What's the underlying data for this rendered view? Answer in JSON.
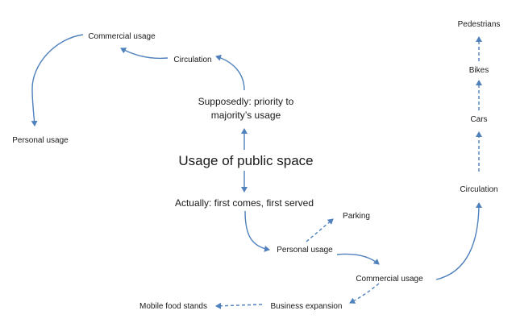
{
  "nodes": {
    "commercial_usage_top": "Commercial usage",
    "circulation_top": "Circulation",
    "personal_usage_left": "Personal usage",
    "supposedly_line1": "Supposedly:  priority to",
    "supposedly_line2": "majority’s usage",
    "center": "Usage of public space",
    "actually": "Actually: first comes, first served",
    "parking": "Parking",
    "personal_usage_mid": "Personal usage",
    "commercial_usage_bottom": "Commercial usage",
    "business_expansion": "Business expansion",
    "mobile_food_stands": "Mobile food stands",
    "circulation_right": "Circulation",
    "cars": "Cars",
    "bikes": "Bikes",
    "pedestrians": "Pedestrians"
  },
  "colors": {
    "arrow": "#4f81bd",
    "text": "#1a1a1a"
  }
}
